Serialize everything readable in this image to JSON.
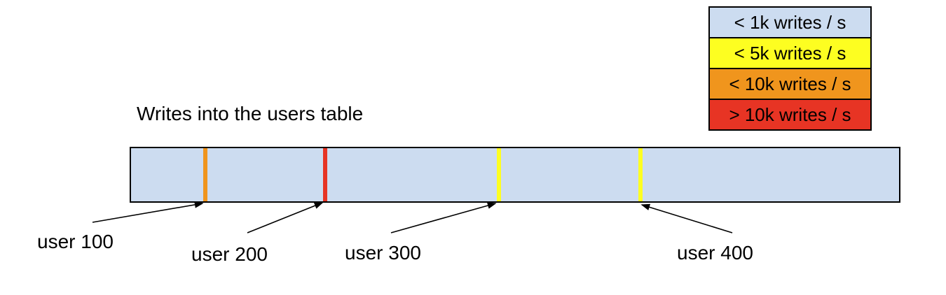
{
  "title": "Writes into the users table",
  "colors": {
    "background": "#ffffff",
    "bar_fill": "#ccdcf0",
    "blue": "#ccdcf0",
    "yellow": "#fdfe21",
    "orange": "#f0951d",
    "red": "#e73424",
    "border": "#000000",
    "arrow": "#000000"
  },
  "legend": {
    "items": [
      {
        "label": "< 1k writes / s",
        "color": "#ccdcf0"
      },
      {
        "label": "< 5k writes / s",
        "color": "#fdfe21"
      },
      {
        "label": "< 10k writes / s",
        "color": "#f0951d"
      },
      {
        "label": "> 10k writes / s",
        "color": "#e73424"
      }
    ]
  },
  "bar": {
    "stripes": [
      {
        "user": "user 100",
        "rate": "< 10k writes / s",
        "color": "#f0951d"
      },
      {
        "user": "user 200",
        "rate": "> 10k writes / s",
        "color": "#e73424"
      },
      {
        "user": "user 300",
        "rate": "< 5k writes / s",
        "color": "#fdfe21"
      },
      {
        "user": "user 400",
        "rate": "< 5k writes / s",
        "color": "#fdfe21"
      }
    ]
  },
  "labels": [
    {
      "text": "user 100"
    },
    {
      "text": "user 200"
    },
    {
      "text": "user 300"
    },
    {
      "text": "user 400"
    }
  ]
}
